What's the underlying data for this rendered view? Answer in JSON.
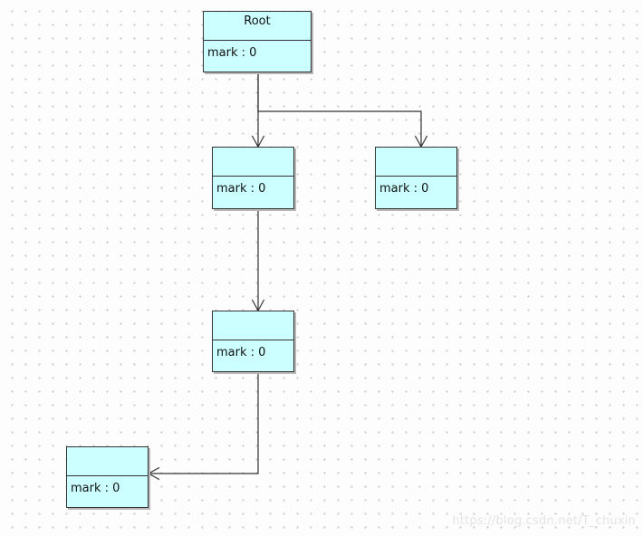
{
  "colors": {
    "node_fill": "#ccffff",
    "node_border": "#333333",
    "edge": "#333333",
    "watermark": "#e4e4e4"
  },
  "nodes": {
    "root": {
      "title": "Root",
      "attribute": "mark : 0"
    },
    "a": {
      "title": "",
      "attribute": "mark : 0"
    },
    "b": {
      "title": "",
      "attribute": "mark : 0"
    },
    "c": {
      "title": "",
      "attribute": "mark : 0"
    },
    "d": {
      "title": "",
      "attribute": "mark : 0"
    }
  },
  "edges": [
    {
      "from": "root",
      "to": "a"
    },
    {
      "from": "root",
      "to": "b"
    },
    {
      "from": "a",
      "to": "c"
    },
    {
      "from": "c",
      "to": "d"
    }
  ],
  "watermark": "https://blog.csdn.net/T_chuxin"
}
